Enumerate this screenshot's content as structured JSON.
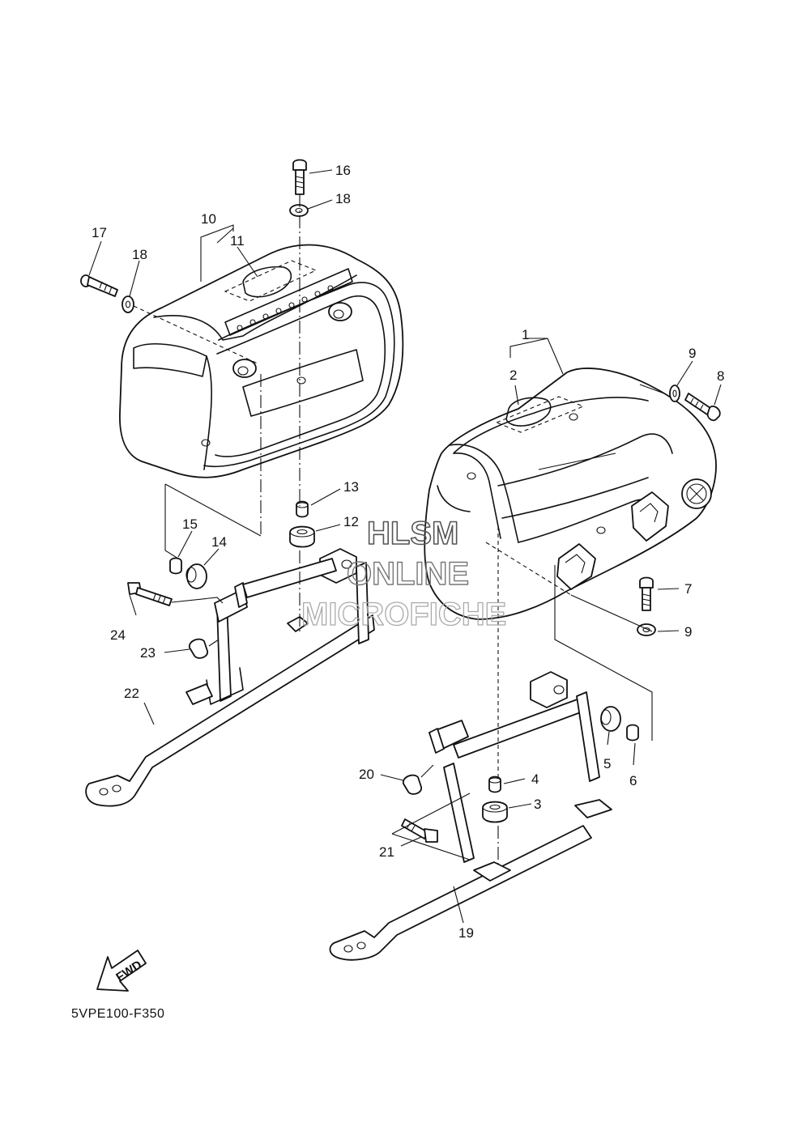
{
  "diagram_code": "5VPE100-F350",
  "direction_arrow": "FWD",
  "watermark": {
    "line1": "HLSM",
    "line2": "ONLINE",
    "line3": "MICROFICHE"
  },
  "callouts": {
    "p1": "1",
    "p2": "2",
    "p3": "3",
    "p4": "4",
    "p5": "5",
    "p6": "6",
    "p7": "7",
    "p8": "8",
    "p9a": "9",
    "p9b": "9",
    "p10": "10",
    "p11": "11",
    "p12": "12",
    "p13": "13",
    "p14": "14",
    "p15": "15",
    "p16": "16",
    "p17": "17",
    "p18a": "18",
    "p18b": "18",
    "p19": "19",
    "p20": "20",
    "p21": "21",
    "p22": "22",
    "p23": "23",
    "p24": "24"
  }
}
